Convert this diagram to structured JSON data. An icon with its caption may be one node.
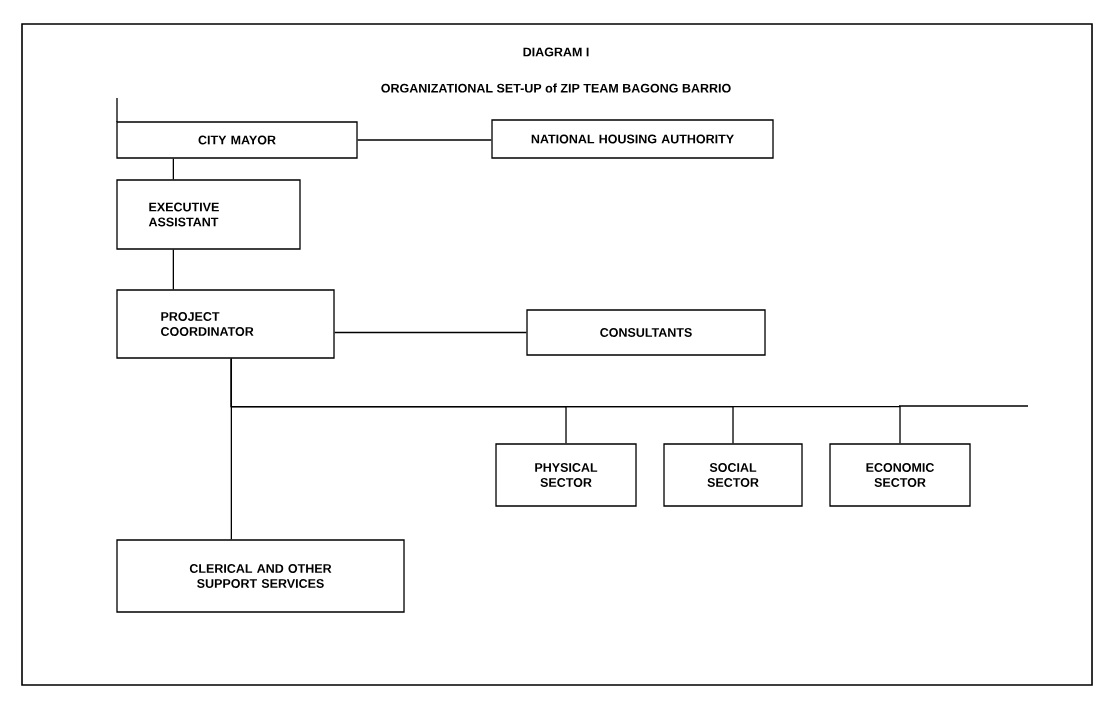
{
  "diagram": {
    "title": "DIAGRAM I",
    "nodes": [
      {
        "text": [
          "CITY MAYOR"
        ]
      },
      {
        "text": [
          "NATIONAL HOUSING AUTHORITY"
        ]
      },
      {
        "text": [
          "EXECUTIVE ASSISTANT"
        ]
      },
      {
        "text": [
          "PROJECT COORDINATOR"
        ]
      },
      {
        "text": [
          "CONSULTANTS"
        ]
      },
      {
        "text": [
          "PHYSICAL SECTOR"
        ]
      },
      {
        "text": [
          "SOCIAL SECTOR"
        ]
      },
      {
        "text": [
          "ECONOMIC SECTOR"
        ]
      },
      {
        "text": [
          "CLERICAL AND OTHER SUPPORT SERVICES"
        ]
      }
    ],
    "edges": [
      {
        "from": 0,
        "to": 1,
        "arrow": "none"
      },
      {
        "from": 0,
        "to": 2,
        "arrow": "none"
      },
      {
        "from": 2,
        "to": 3,
        "arrow": "none"
      },
      {
        "from": 3,
        "to": 4,
        "arrow": "none"
      },
      {
        "from": 3,
        "to": 5,
        "arrow": "none"
      },
      {
        "from": 3,
        "to": 6,
        "arrow": "none"
      },
      {
        "from": 3,
        "to": 7,
        "arrow": "none"
      },
      {
        "from": 3,
        "to": 8,
        "arrow": "none"
      }
    ],
    "labels": [
      "ORGANIZATIONAL SET-UP of ZIP TEAM BAGONG BARRIO"
    ]
  }
}
